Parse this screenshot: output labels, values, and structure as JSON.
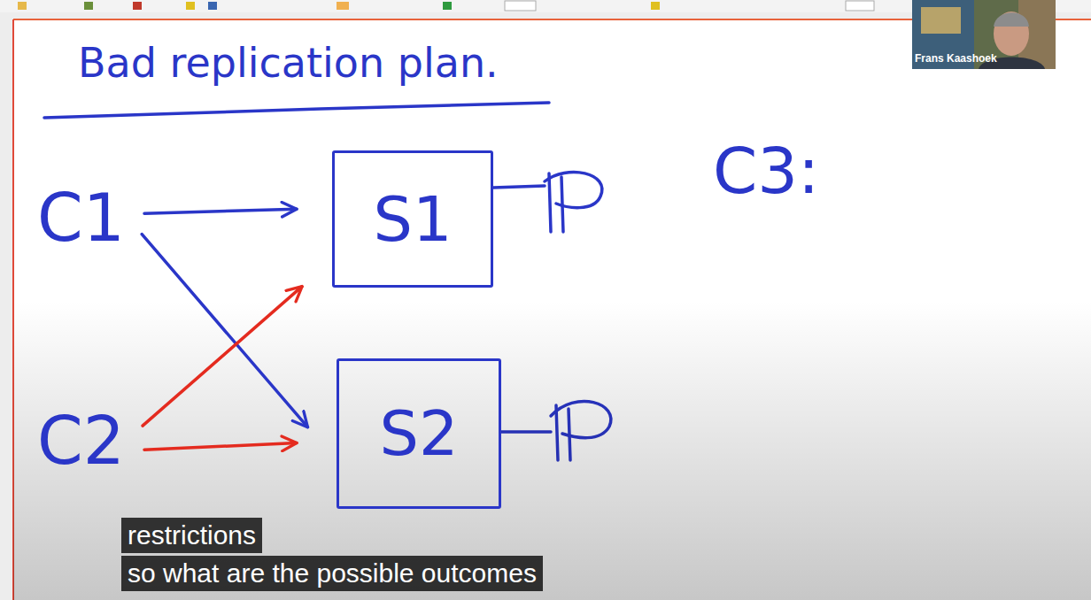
{
  "diagram": {
    "title": "Bad replication plan.",
    "nodes": [
      {
        "text": [
          "C1"
        ]
      },
      {
        "text": [
          "S1"
        ]
      },
      {
        "text": [
          "C2"
        ]
      },
      {
        "text": [
          "S2"
        ]
      }
    ],
    "edges": [
      {
        "from": 0,
        "to": 1,
        "arrow": "to"
      },
      {
        "from": 0,
        "to": 3,
        "arrow": "to"
      },
      {
        "from": 2,
        "to": 1,
        "arrow": "to"
      },
      {
        "from": 2,
        "to": 3,
        "arrow": "to"
      }
    ],
    "labels": [
      "C3:",
      "restrictions",
      "so what are the possible outcomes",
      "Frans Kaashoek"
    ]
  }
}
